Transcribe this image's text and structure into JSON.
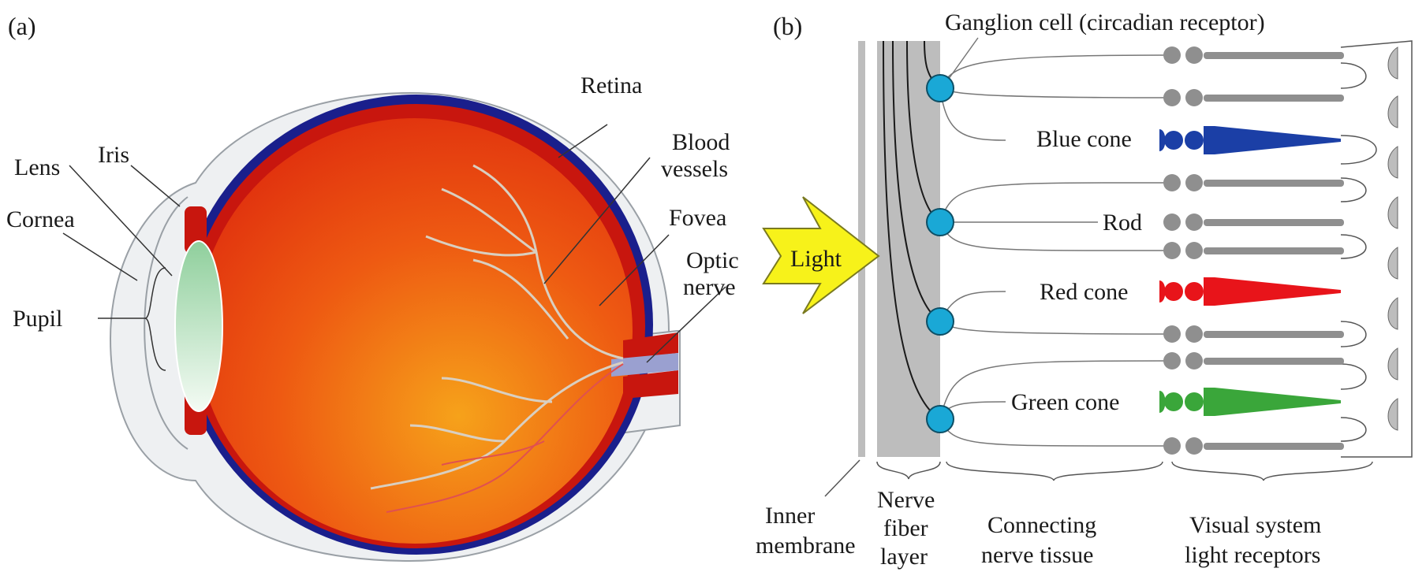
{
  "panel_a": {
    "tag": "(a)",
    "labels": {
      "retina": "Retina",
      "iris": "Iris",
      "lens": "Lens",
      "cornea": "Cornea",
      "blood_line1": "Blood",
      "blood_line2": "vessels",
      "fovea": "Fovea",
      "optic_line1": "Optic",
      "optic_line2": "nerve",
      "pupil": "Pupil"
    }
  },
  "panel_b": {
    "tag": "(b)",
    "ganglion": "Ganglion cell (circadian receptor)",
    "light": "Light",
    "cones": {
      "blue": "Blue cone",
      "rod": "Rod",
      "red": "Red cone",
      "green": "Green cone"
    },
    "bottom": {
      "inner_1": "Inner",
      "inner_2": "membrane",
      "nerve_1": "Nerve",
      "nerve_2": "fiber",
      "nerve_3": "layer",
      "conn_1": "Connecting",
      "conn_2": "nerve tissue",
      "vis_1": "Visual system",
      "vis_2": "light receptors"
    }
  },
  "colors": {
    "blue_cone": "#1b3fa6",
    "red_cone": "#e8141a",
    "green_cone": "#3aa63a",
    "ganglion": "#1aa8d6",
    "light": "#f7f21a",
    "sclera": "#1a1f8c",
    "retina_red": "#c8160e",
    "fiber_layer": "#bdbdbd",
    "rod": "#8f8f8f"
  }
}
